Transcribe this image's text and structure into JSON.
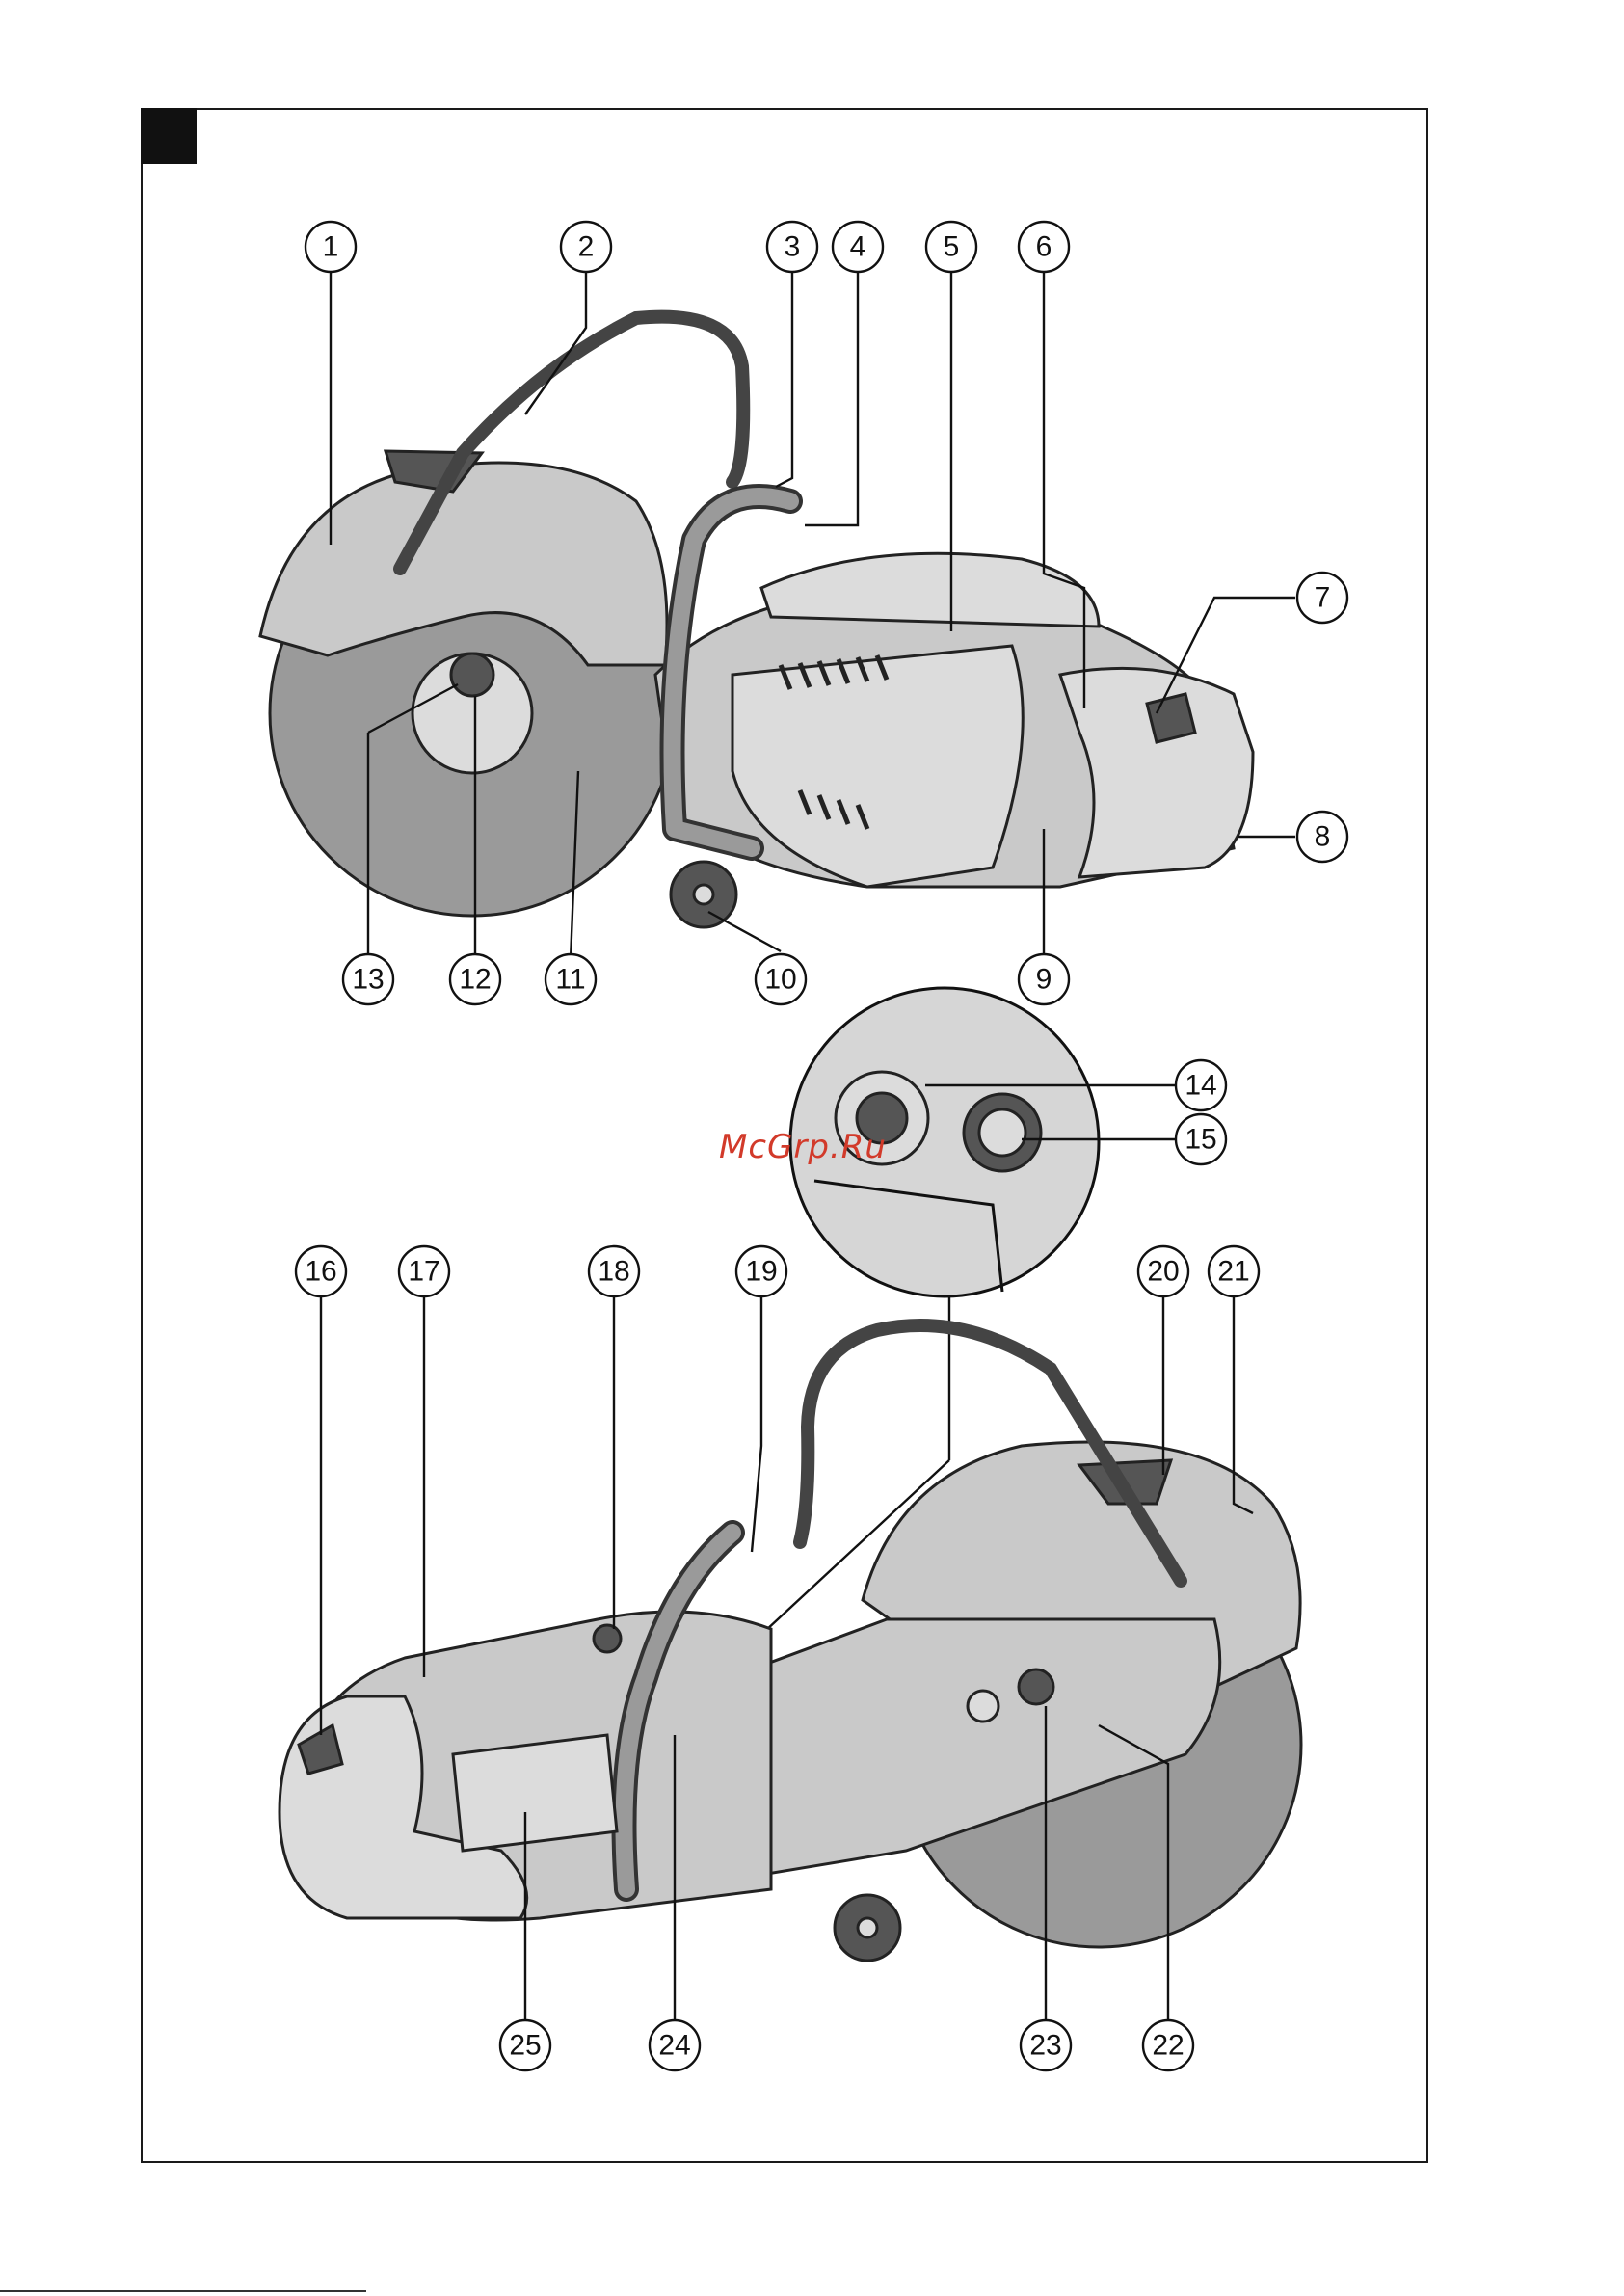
{
  "figure": {
    "corner_mark": "filled-black-square",
    "watermark": "McGrp.Ru"
  },
  "top_view": {
    "callouts": [
      "1",
      "2",
      "3",
      "4",
      "5",
      "6",
      "7",
      "8",
      "9",
      "10",
      "11",
      "12",
      "13"
    ]
  },
  "detail_view": {
    "callouts": [
      "14",
      "15"
    ]
  },
  "bottom_view": {
    "callouts": [
      "16",
      "17",
      "18",
      "19",
      "20",
      "21",
      "22",
      "23",
      "24",
      "25"
    ]
  },
  "colors": {
    "line": "#111111",
    "body": "#c9c9c9",
    "blade": "#9a9a9a",
    "watermark": "#d23a2a"
  }
}
